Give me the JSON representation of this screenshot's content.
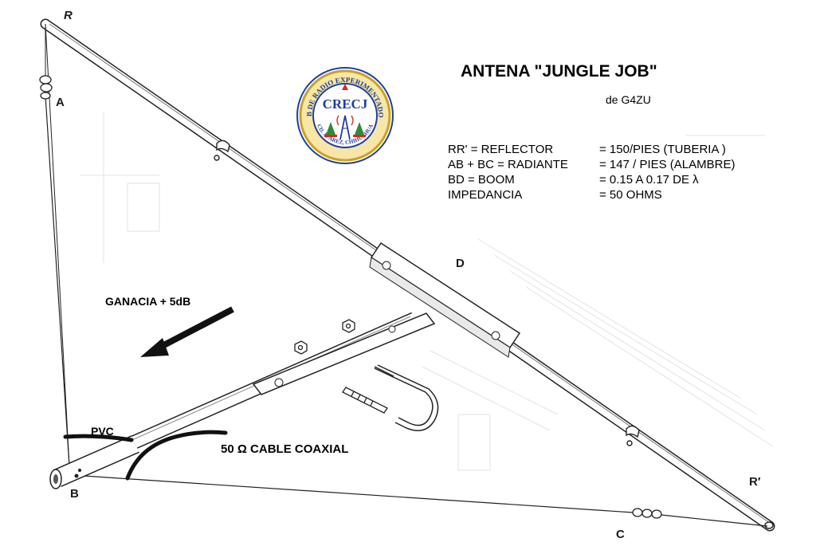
{
  "title": "ANTENA \"JUNGLE JOB\"",
  "author": "de G4ZU",
  "specs": [
    {
      "key": "RR' =  REFLECTOR",
      "value": "= 150/PIES (TUBERIA )"
    },
    {
      "key": "AB + BC = RADIANTE",
      "value": "= 147 / PIES (ALAMBRE)"
    },
    {
      "key": "BD   =   BOOM",
      "value": "= 0.15 A 0.17 DE λ"
    },
    {
      "key": "IMPEDANCIA",
      "value": "= 50 OHMS"
    }
  ],
  "points": {
    "R": "R",
    "A": "A",
    "B": "B",
    "C": "C",
    "D": "D",
    "R_prime": "R′"
  },
  "annotations": {
    "gain": "GANACIA + 5dB",
    "pvc": "PVC",
    "coax": "50 Ω  CABLE COAXIAL"
  },
  "logo": {
    "name": "CRECJ",
    "ring_text": "CLUB DE RADIO EXPERIMENTADORES",
    "bottom_text": "CD. JUAREZ, CHIHUAHUA"
  },
  "colors": {
    "ink": "#1a1a1a",
    "logo_blue": "#1f3f9a",
    "logo_gold": "#c9a227",
    "logo_red": "#d42a2a",
    "logo_green": "#2e8b3a"
  }
}
